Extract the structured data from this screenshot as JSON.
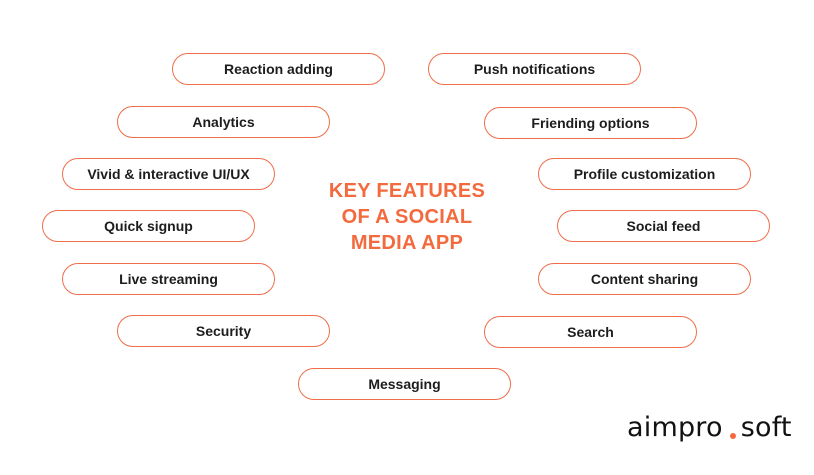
{
  "title": {
    "line1": "KEY FEATURES",
    "line2": "OF A SOCIAL",
    "line3": "MEDIA APP",
    "color": "#f26a3d"
  },
  "border_color": "#ee6e4b",
  "features": {
    "reaction_adding": "Reaction adding",
    "push_notifications": "Push notifications",
    "analytics": "Analytics",
    "friending_options": "Friending options",
    "vivid_ui_ux": "Vivid & interactive UI/UX",
    "profile_customization": "Profile customization",
    "quick_signup": "Quick signup",
    "social_feed": "Social feed",
    "live_streaming": "Live streaming",
    "content_sharing": "Content sharing",
    "security": "Security",
    "search": "Search",
    "messaging": "Messaging"
  },
  "logo": {
    "part1": "aimpro",
    "part2": "soft"
  }
}
